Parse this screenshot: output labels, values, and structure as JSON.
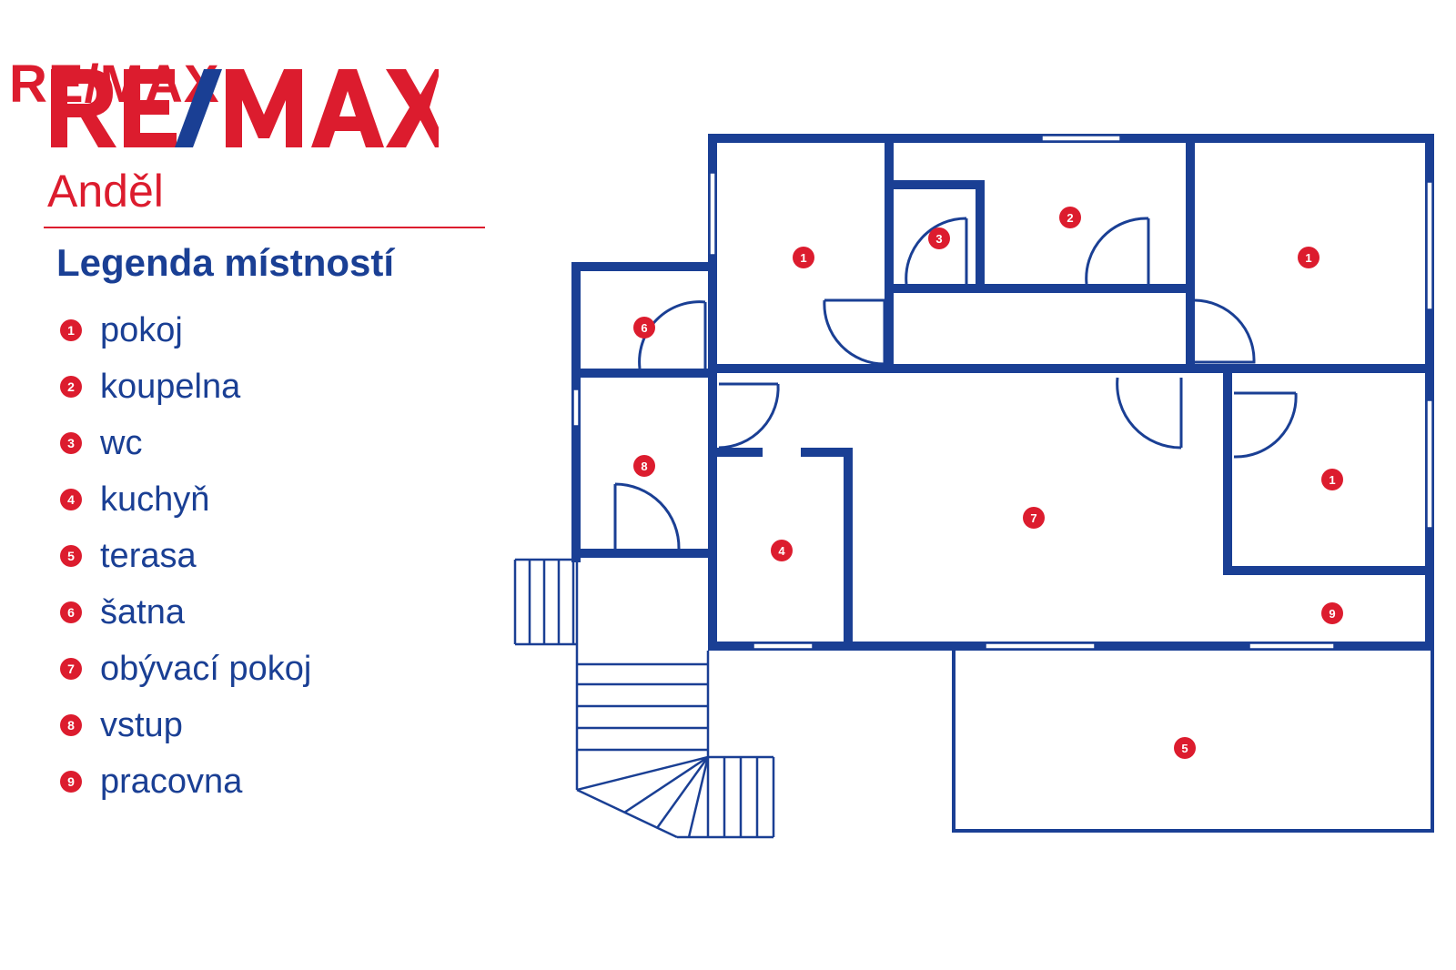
{
  "brand": {
    "name": "RE/MAX",
    "office": "Anděl",
    "colors": {
      "red": "#dc1c2e",
      "blue": "#1a3f94"
    }
  },
  "legend": {
    "title": "Legenda místností",
    "items": [
      {
        "number": "1",
        "label": "pokoj"
      },
      {
        "number": "2",
        "label": "koupelna"
      },
      {
        "number": "3",
        "label": "wc"
      },
      {
        "number": "4",
        "label": "kuchyň"
      },
      {
        "number": "5",
        "label": "terasa"
      },
      {
        "number": "6",
        "label": "šatna"
      },
      {
        "number": "7",
        "label": "obývací pokoj"
      },
      {
        "number": "8",
        "label": "vstup"
      },
      {
        "number": "9",
        "label": "pracovna"
      }
    ]
  },
  "plan": {
    "wall_color": "#1a3f94",
    "room_markers": [
      "1",
      "2",
      "3",
      "1",
      "6",
      "8",
      "4",
      "7",
      "1",
      "9",
      "5"
    ]
  }
}
